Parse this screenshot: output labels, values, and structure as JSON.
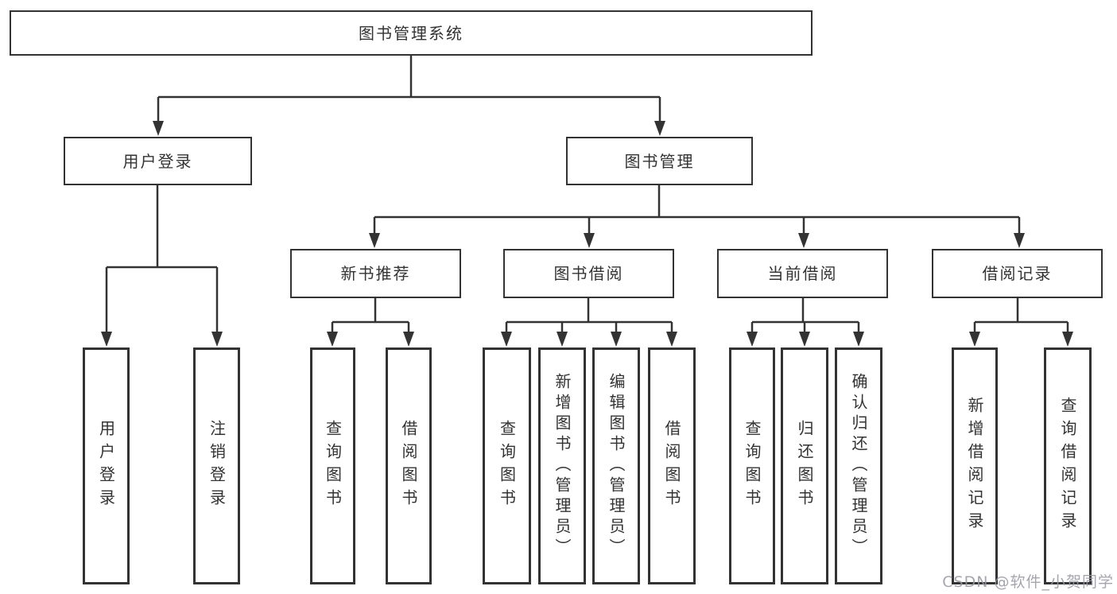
{
  "palette": {
    "line": "#333333",
    "text": "#333333",
    "background": "#ffffff",
    "watermark": "#989aa2"
  },
  "watermark": {
    "text": "CSDN @软件_小贺同学"
  },
  "tree": {
    "label": "图书管理系统",
    "children": [
      {
        "label": "用户登录",
        "children": [
          {
            "label": "用户登录"
          },
          {
            "label": "注销登录"
          }
        ]
      },
      {
        "label": "图书管理",
        "children": [
          {
            "label": "新书推荐",
            "children": [
              {
                "label": "查询图书"
              },
              {
                "label": "借阅图书"
              }
            ]
          },
          {
            "label": "图书借阅",
            "children": [
              {
                "label": "查询图书"
              },
              {
                "label": "新增图书（管理员）"
              },
              {
                "label": "编辑图书（管理员）"
              },
              {
                "label": "借阅图书"
              }
            ]
          },
          {
            "label": "当前借阅",
            "children": [
              {
                "label": "查询图书"
              },
              {
                "label": "归还图书"
              },
              {
                "label": "确认归还（管理员）"
              }
            ]
          },
          {
            "label": "借阅记录",
            "children": [
              {
                "label": "新增借阅记录"
              },
              {
                "label": "查询借阅记录"
              }
            ]
          }
        ]
      }
    ]
  }
}
